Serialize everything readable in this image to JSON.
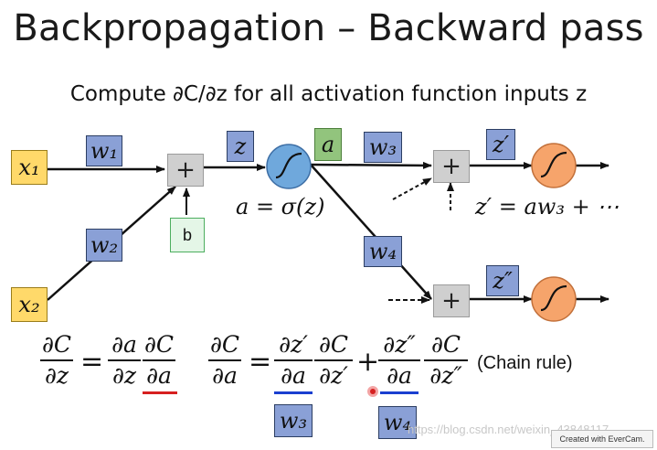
{
  "slide": {
    "title": "Backpropagation – Backward pass",
    "subtitle": "Compute ∂C/∂z for all activation function inputs z"
  },
  "network": {
    "x1": "x₁",
    "x2": "x₂",
    "w1": "w₁",
    "w2": "w₂",
    "w3": "w₃",
    "w4": "w₄",
    "z": "z",
    "a": "a",
    "b": "b",
    "z_prime": "z′",
    "z_double_prime": "z″",
    "plus": "+",
    "a_eq": "a = σ(z)",
    "zprime_eq": "z′ = aw₃ + ⋯"
  },
  "equations": {
    "eq1": {
      "lhs_num": "∂C",
      "lhs_den": "∂z",
      "eq": "=",
      "t1_num": "∂a",
      "t1_den": "∂z",
      "t2_num": "∂C",
      "t2_den": "∂a"
    },
    "eq2": {
      "lhs_num": "∂C",
      "lhs_den": "∂a",
      "eq": "=",
      "t1_num": "∂z′",
      "t1_den": "∂a",
      "t2_num": "∂C",
      "t2_den": "∂z′",
      "plus": "+",
      "t3_num": "∂z″",
      "t3_den": "∂a",
      "t4_num": "∂C",
      "t4_den": "∂z″"
    },
    "chain_rule": "(Chain rule)",
    "w3_box": "w₃",
    "w4_box": "w₄"
  },
  "footer": {
    "watermark": "https://blog.csdn.net/weixin_43848117",
    "logo": "Created with EverCam."
  },
  "colors": {
    "weight_box": "#8aa0d6",
    "input_box": "#ffd96a",
    "activation_box": "#92c47d",
    "neuron_hidden": "#6fa8dc",
    "neuron_output": "#f6a46b",
    "underline_red": "#d62020",
    "underline_blue": "#1a3fd0"
  }
}
